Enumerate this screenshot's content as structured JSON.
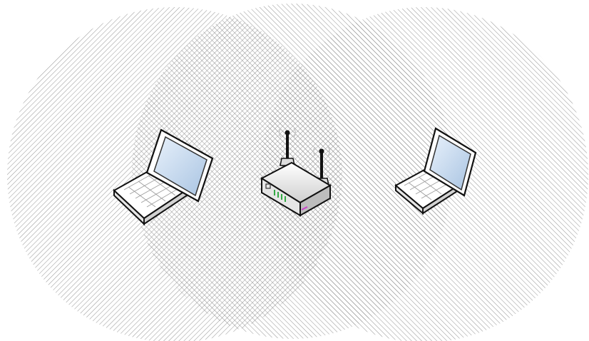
{
  "diagram": {
    "nodes": [
      {
        "id": "laptop-left",
        "kind": "laptop",
        "icon": "laptop-icon"
      },
      {
        "id": "router",
        "kind": "wireless-router",
        "icon": "wifi-router-icon"
      },
      {
        "id": "laptop-right",
        "kind": "laptop",
        "icon": "laptop-icon"
      }
    ],
    "coverage_zones": [
      {
        "id": "coverage-left",
        "around": "laptop-left",
        "hatch": "diagonal-right"
      },
      {
        "id": "coverage-center",
        "around": "router",
        "hatch": "diagonal-left"
      },
      {
        "id": "coverage-right",
        "around": "laptop-right",
        "hatch": "diagonal-left"
      }
    ],
    "colors": {
      "hatch": "#8a8a8a",
      "outline": "#111111",
      "screen": "#c9dcef",
      "router_body": "#f2f2f2",
      "router_leds": "#33aa44",
      "router_accent": "#cc44cc"
    }
  }
}
